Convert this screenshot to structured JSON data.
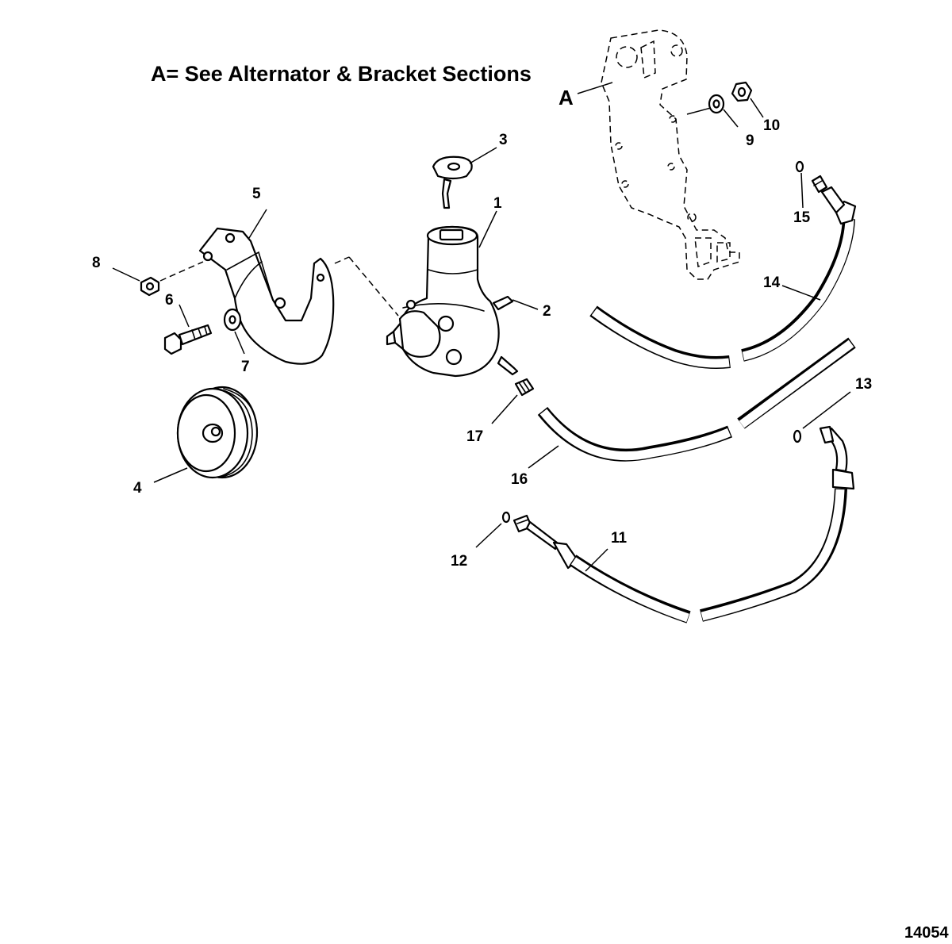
{
  "diagram": {
    "title": "A= See Alternator & Bracket Sections",
    "reference_label": "A",
    "figure_number": "14054",
    "callouts": [
      "1",
      "2",
      "3",
      "4",
      "5",
      "6",
      "7",
      "8",
      "9",
      "10",
      "11",
      "12",
      "13",
      "14",
      "15",
      "16",
      "17"
    ]
  }
}
